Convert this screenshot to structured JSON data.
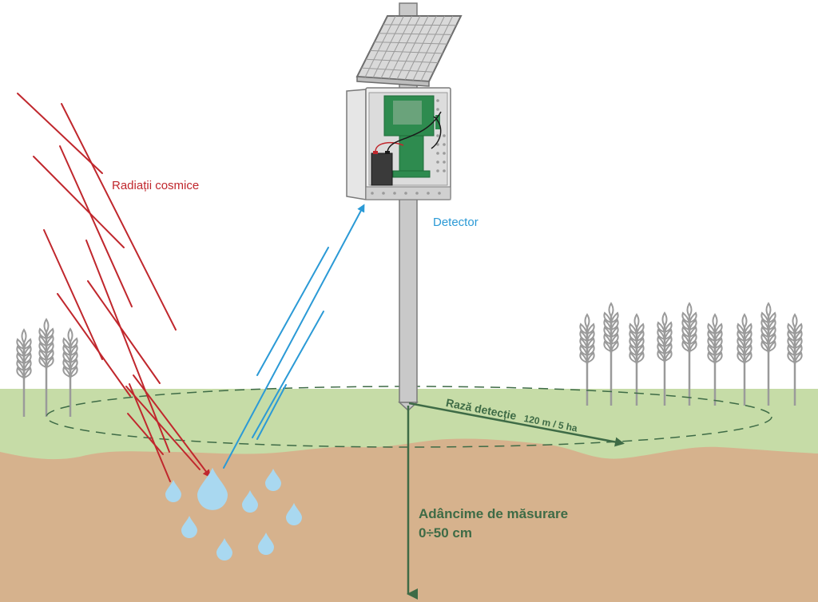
{
  "labels": {
    "cosmic_radiation": "Radiații cosmice",
    "detector": "Detector",
    "detection_radius": "Rază detecție",
    "detection_radius_value": "120 m / 5 ha",
    "depth_title": "Adâncime de măsurare",
    "depth_value": "0÷50 cm"
  },
  "colors": {
    "cosmic": "#c0272d",
    "detector": "#2b9ad6",
    "depth": "#3e6b46",
    "grass": "#c6dca7",
    "soil": "#d6b28d",
    "water": "#a9d8f0",
    "wheat": "#9a9a9a"
  },
  "icons": {
    "solar_panel": "solar-panel-icon",
    "enclosure": "detector-enclosure-icon",
    "battery": "battery-icon",
    "water_drop": "water-drop-icon",
    "wheat": "wheat-icon"
  }
}
